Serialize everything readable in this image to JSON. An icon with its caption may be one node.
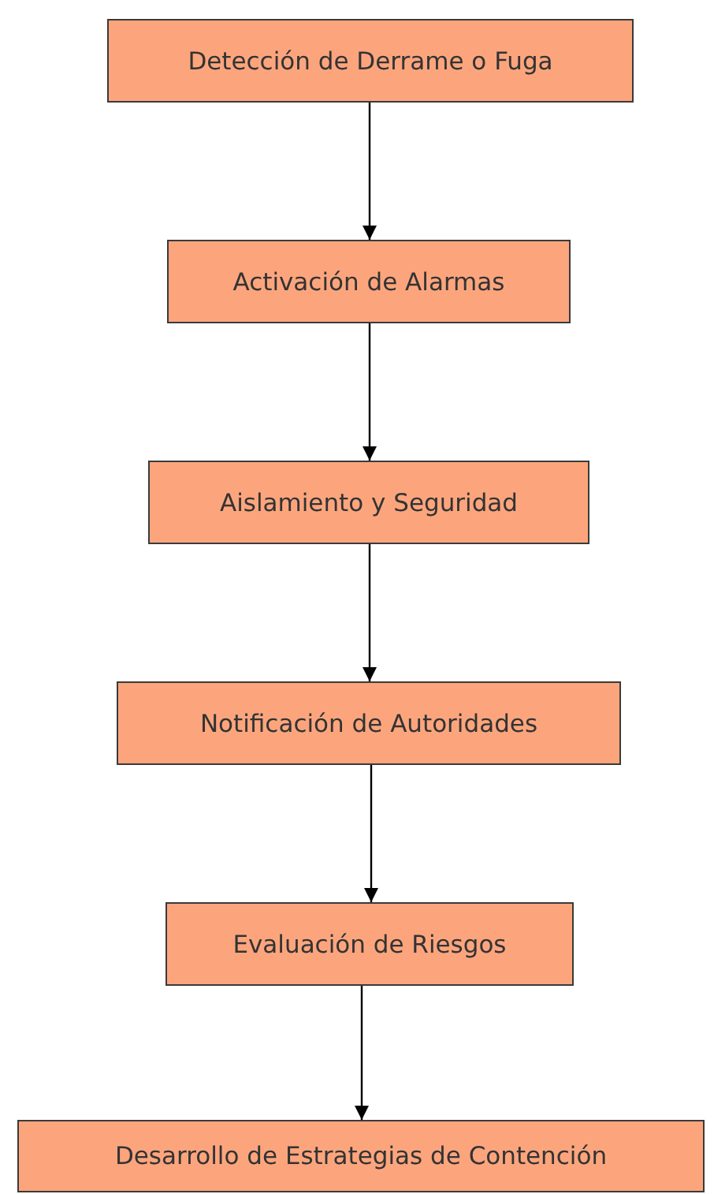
{
  "diagram": {
    "nodes": [
      {
        "text": [
          "Detección de Derrame o Fuga"
        ]
      },
      {
        "text": [
          "Activación de Alarmas"
        ]
      },
      {
        "text": [
          "Aislamiento y Seguridad"
        ]
      },
      {
        "text": [
          "Notificación de Autoridades"
        ]
      },
      {
        "text": [
          "Evaluación de Riesgos"
        ]
      },
      {
        "text": [
          "Desarrollo de Estrategias de Contención"
        ]
      }
    ],
    "edges": [
      {
        "from": 0,
        "to": 1,
        "arrow": "to"
      },
      {
        "from": 1,
        "to": 2,
        "arrow": "to"
      },
      {
        "from": 2,
        "to": 3,
        "arrow": "to"
      },
      {
        "from": 3,
        "to": 4,
        "arrow": "to"
      },
      {
        "from": 4,
        "to": 5,
        "arrow": "to"
      }
    ]
  }
}
